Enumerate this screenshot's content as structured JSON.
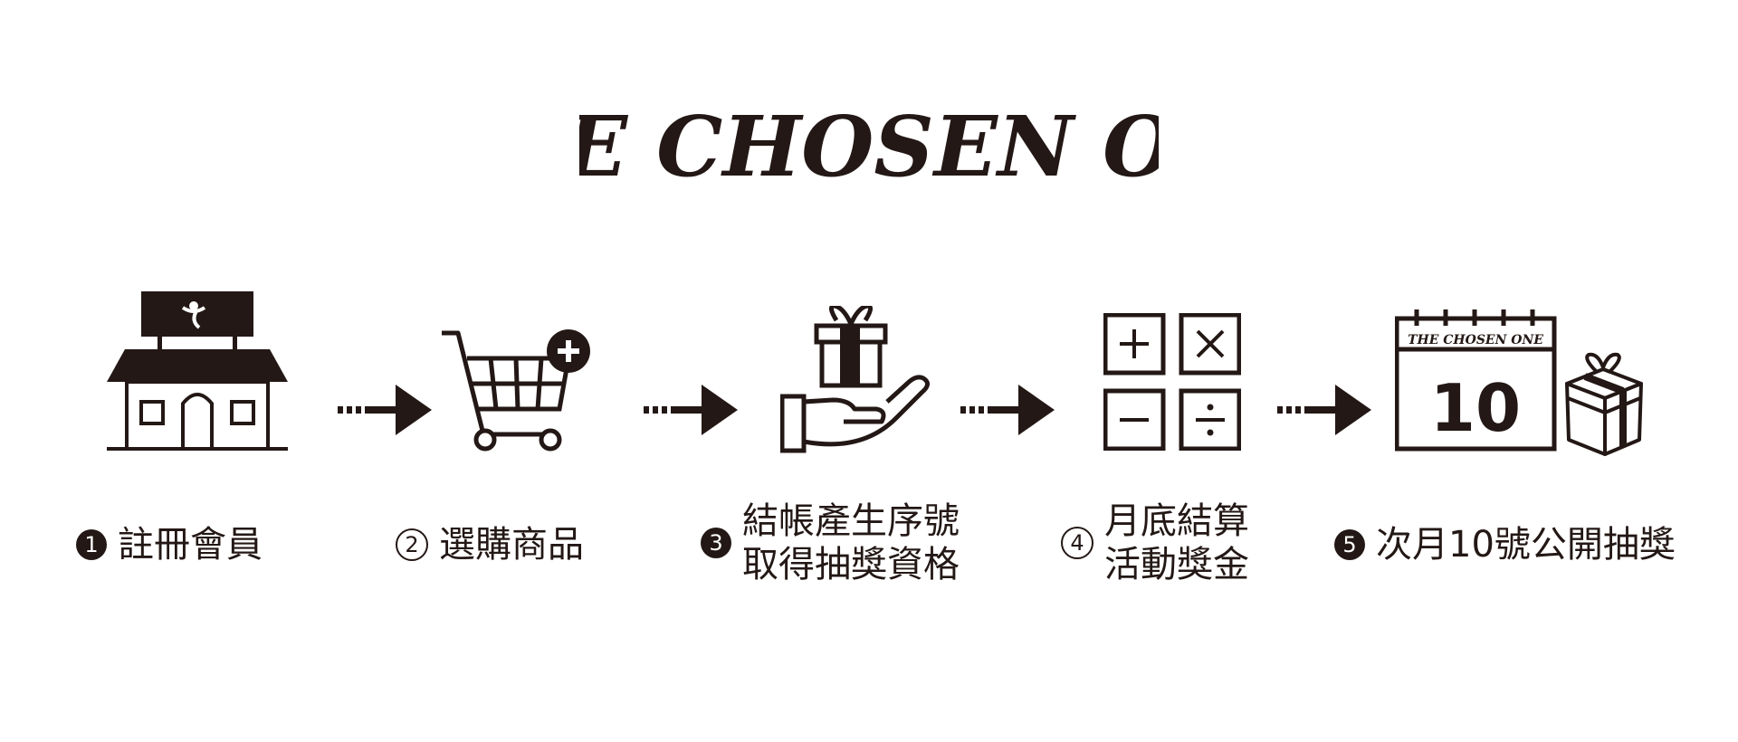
{
  "brand": {
    "logo_text": "THE CHOSEN ONE",
    "calendar_header_text": "THE CHOSEN ONE"
  },
  "colors": {
    "ink": "#231815",
    "background": "#ffffff"
  },
  "steps": [
    {
      "number": "1",
      "icon": "store-icon",
      "label_lines": [
        "註冊會員"
      ]
    },
    {
      "number": "2",
      "icon": "shopping-cart-plus-icon",
      "label_lines": [
        "選購商品"
      ]
    },
    {
      "number": "3",
      "icon": "gift-in-hand-icon",
      "label_lines": [
        "結帳產生序號",
        "取得抽獎資格"
      ]
    },
    {
      "number": "4",
      "icon": "calculator-icon",
      "label_lines": [
        "月底結算",
        "活動獎金"
      ]
    },
    {
      "number": "5",
      "icon": "calendar-gift-icon",
      "label_lines": [
        "次月10號公開抽獎"
      ]
    }
  ],
  "calendar": {
    "day": "10"
  }
}
